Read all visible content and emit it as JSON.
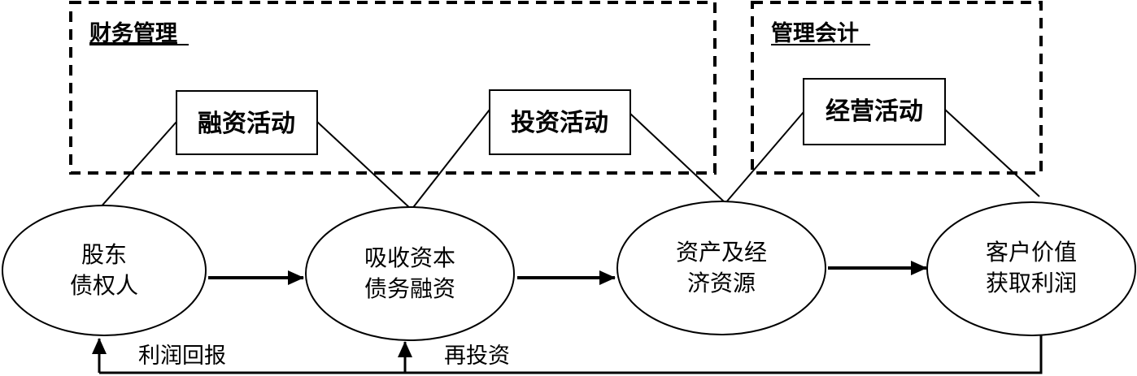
{
  "regions": {
    "financial_management": "财务管理",
    "management_accounting": "管理会计"
  },
  "activities": {
    "financing": "融资活动",
    "investing": "投资活动",
    "operating": "经营活动"
  },
  "nodes": {
    "shareholders": [
      "股东",
      "债权人"
    ],
    "capital": [
      "吸收资本",
      "债务融资"
    ],
    "assets": [
      "资产及经",
      "济资源"
    ],
    "customers": [
      "客户价值",
      "获取利润"
    ]
  },
  "flows": {
    "profit_return": "利润回报",
    "reinvest": "再投资"
  }
}
